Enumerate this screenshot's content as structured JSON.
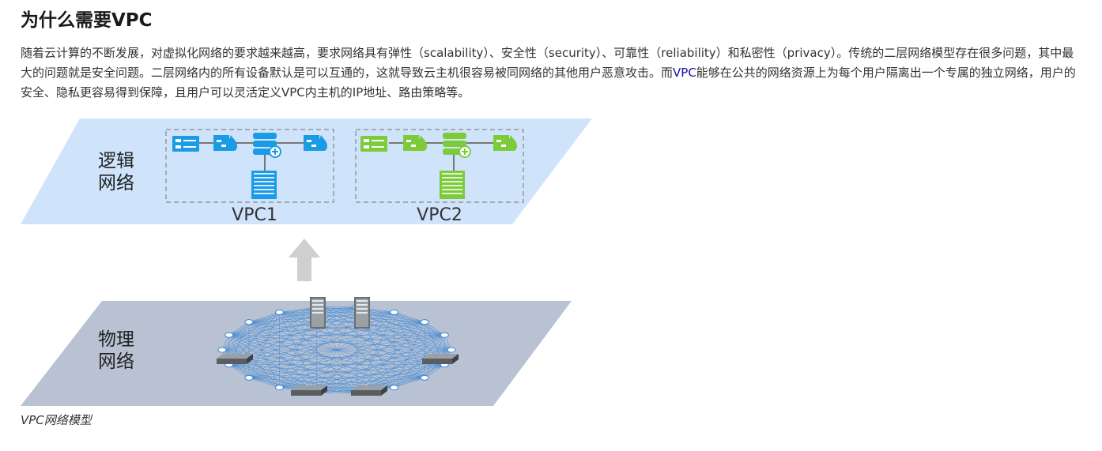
{
  "article": {
    "title": "为什么需要VPC",
    "para_part1": "随着云计算的不断发展，对虚拟化网络的要求越来越高，要求网络具有弹性（scalability）、安全性（security）、可靠性（reliability）和私密性（privacy）。传统的二层网络模型存在很多问题，其中最大的问题就是安全问题。二层网络内的所有设备默认是可以互通的，这就导致云主机很容易被同网络的其他用户恶意攻击。而",
    "link_text": "VPC",
    "para_part2": "能够在公共的网络资源上为每个用户隔离出一个专属的独立网络，用户的安全、隐私更容易得到保障，且用户可以灵活定义VPC内主机的IP地址、路由策略等。"
  },
  "figure": {
    "logical_label_line1": "逻辑",
    "logical_label_line2": "网络",
    "physical_label_line1": "物理",
    "physical_label_line2": "网络",
    "vpc1_label": "VPC1",
    "vpc2_label": "VPC2",
    "caption": "VPC网络模型",
    "colors": {
      "logical_plane": "#cfe4fb",
      "physical_plane": "#b8c2d3",
      "vpc1_icons": "#1a9be6",
      "vpc2_icons": "#7ccc3a",
      "arrow": "#cfcfcf",
      "mesh": "#3a86d4"
    },
    "icons": [
      "server-icon",
      "firewall-icon",
      "router-icon",
      "switch-rack-icon"
    ]
  }
}
